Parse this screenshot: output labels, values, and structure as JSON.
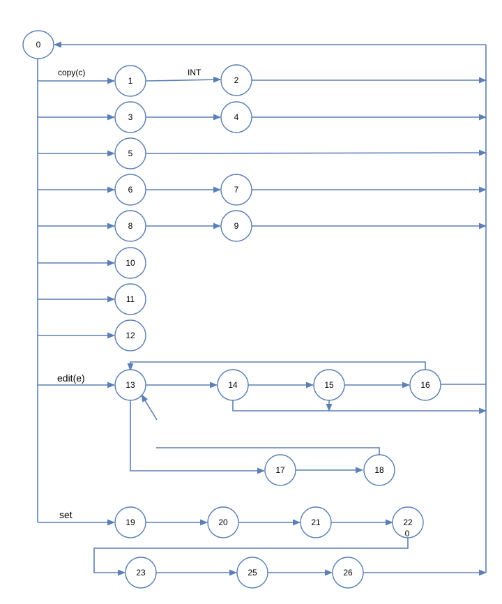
{
  "diagram": {
    "edge_color": "#5b7fb6",
    "nodes": [
      {
        "id": "n0",
        "label": "0"
      },
      {
        "id": "n1",
        "label": "1"
      },
      {
        "id": "n2",
        "label": "2"
      },
      {
        "id": "n3",
        "label": "3"
      },
      {
        "id": "n4",
        "label": "4"
      },
      {
        "id": "n5",
        "label": "5"
      },
      {
        "id": "n6",
        "label": "6"
      },
      {
        "id": "n7",
        "label": "7"
      },
      {
        "id": "n8",
        "label": "8"
      },
      {
        "id": "n9",
        "label": "9"
      },
      {
        "id": "n10",
        "label": "10"
      },
      {
        "id": "n11",
        "label": "11"
      },
      {
        "id": "n12",
        "label": "12"
      },
      {
        "id": "n13",
        "label": "13"
      },
      {
        "id": "n14",
        "label": "14"
      },
      {
        "id": "n15",
        "label": "15"
      },
      {
        "id": "n16",
        "label": "16"
      },
      {
        "id": "n17",
        "label": "17"
      },
      {
        "id": "n18",
        "label": "18"
      },
      {
        "id": "n19",
        "label": "19"
      },
      {
        "id": "n20",
        "label": "20"
      },
      {
        "id": "n21",
        "label": "21"
      },
      {
        "id": "n22",
        "label": "22"
      },
      {
        "id": "n23",
        "label": "23"
      },
      {
        "id": "n25",
        "label": "25"
      },
      {
        "id": "n26",
        "label": "26"
      }
    ],
    "labels": {
      "copy": "copy(c)",
      "int": "INT",
      "edit": "edit(e)",
      "set": "set",
      "zero_below_22": "0"
    }
  }
}
